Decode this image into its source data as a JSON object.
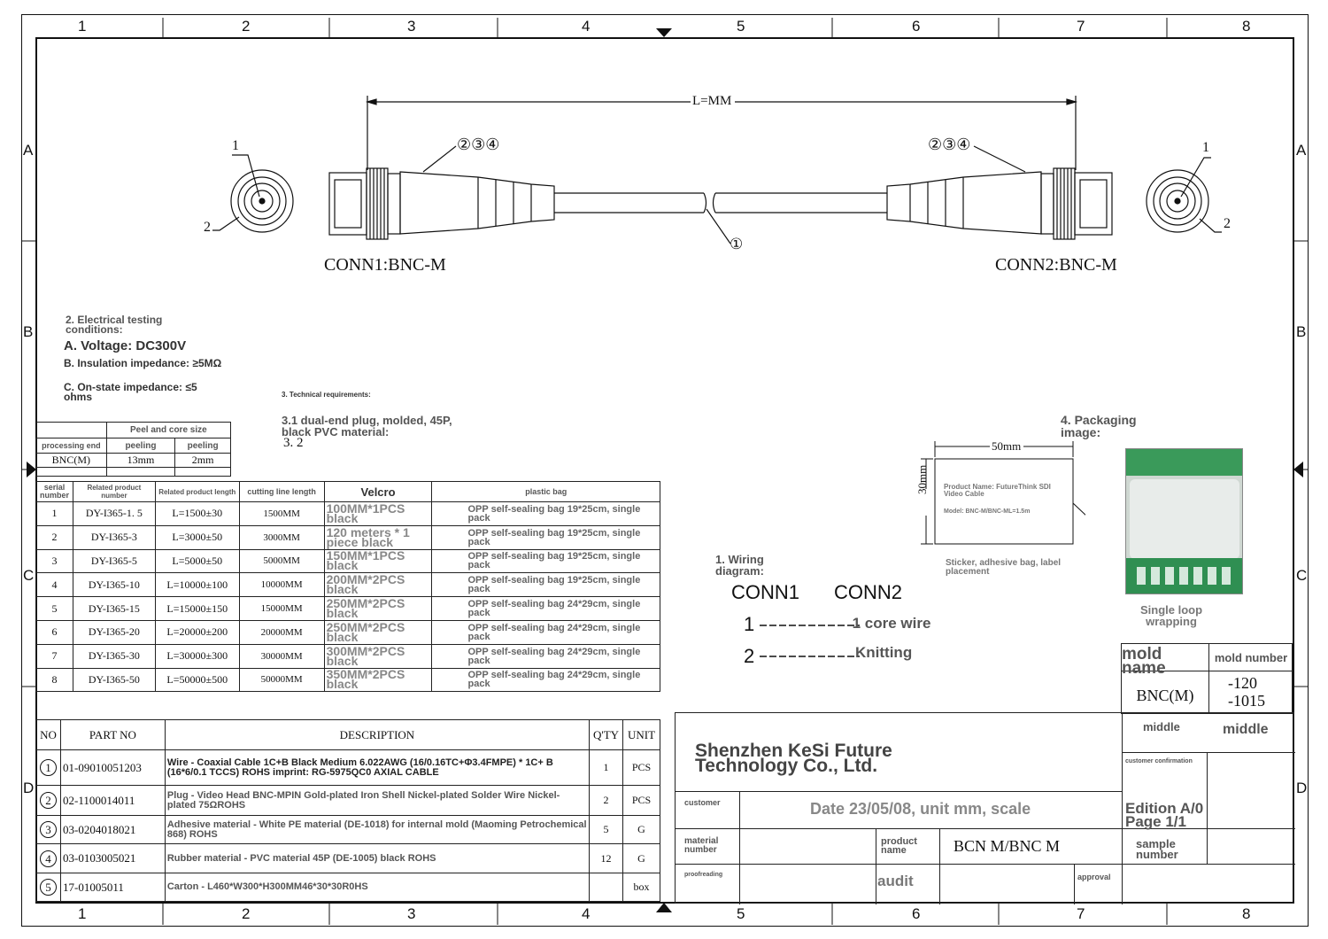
{
  "zones": {
    "columns": [
      "1",
      "2",
      "3",
      "4",
      "5",
      "6",
      "7",
      "8"
    ],
    "rows": [
      "A",
      "B",
      "C",
      "D"
    ]
  },
  "drawing": {
    "length_label": "L=MM",
    "conn1_label": "CONN1:BNC-M",
    "conn2_label": "CONN2:BNC-M",
    "callout_1": "1",
    "callout_2": "2",
    "callout_234": "②③④",
    "callout_cable": "①"
  },
  "electrical": {
    "title": "2. Electrical testing conditions:",
    "voltage": "A. Voltage: DC300V",
    "insulation": "B. Insulation impedance: ≥5MΩ",
    "onstate": "C. On-state impedance: ≤5 ohms"
  },
  "technical": {
    "title": "3. Technical requirements:",
    "item1": "3.1 dual-end plug, molded, 45P, black PVC material:",
    "item2": "3. 2"
  },
  "peel_table": {
    "title": "Peel and core size",
    "headers": [
      "processing end",
      "peeling",
      "peeling"
    ],
    "row": [
      "BNC(M)",
      "13mm",
      "2mm"
    ]
  },
  "product_table": {
    "headers": [
      "serial number",
      "Related product number",
      "Related product length",
      "cutting line length",
      "Velcro",
      "plastic bag"
    ],
    "rows": [
      [
        "1",
        "DY-I365-1. 5",
        "L=1500±30",
        "1500MM",
        "100MM*1PCS black",
        "OPP self-sealing bag 19*25cm, single pack"
      ],
      [
        "2",
        "DY-I365-3",
        "L=3000±50",
        "3000MM",
        "120 meters * 1 piece black",
        "OPP self-sealing bag 19*25cm, single pack"
      ],
      [
        "3",
        "DY-I365-5",
        "L=5000±50",
        "5000MM",
        "150MM*1PCS black",
        "OPP self-sealing bag 19*25cm, single pack"
      ],
      [
        "4",
        "DY-I365-10",
        "L=10000±100",
        "10000MM",
        "200MM*2PCS black",
        "OPP self-sealing bag 19*25cm, single pack"
      ],
      [
        "5",
        "DY-I365-15",
        "L=15000±150",
        "15000MM",
        "250MM*2PCS black",
        "OPP self-sealing bag 24*29cm, single pack"
      ],
      [
        "6",
        "DY-I365-20",
        "L=20000±200",
        "20000MM",
        "250MM*2PCS black",
        "OPP self-sealing bag 24*29cm, single pack"
      ],
      [
        "7",
        "DY-I365-30",
        "L=30000±300",
        "30000MM",
        "300MM*2PCS black",
        "OPP self-sealing bag 24*29cm, single pack"
      ],
      [
        "8",
        "DY-I365-50",
        "L=50000±500",
        "50000MM",
        "350MM*2PCS black",
        "OPP self-sealing bag 24*29cm, single pack"
      ]
    ]
  },
  "wiring": {
    "title": "1. Wiring diagram:",
    "conn1": "CONN1",
    "conn2": "CONN2",
    "line1_pin": "1",
    "line2_pin": "2",
    "note1": "1 core wire",
    "note2": "Knitting"
  },
  "sticker": {
    "width_label": "50mm",
    "height_label": "30mm",
    "product_name": "Product Name: FutureThink SDI Video Cable",
    "model": "Model: BNC-M/BNC-ML=1.5m",
    "caption": "Sticker, adhesive bag, label placement"
  },
  "packaging": {
    "title": "4. Packaging image:",
    "caption": "Single loop wrapping"
  },
  "mold_box": {
    "mold_name_label": "mold name",
    "mold_number_label": "mold number",
    "mold_name": "BNC(M)",
    "mold_number": "-120 -1015"
  },
  "bom": {
    "headers": [
      "NO",
      "PART NO",
      "DESCRIPTION",
      "Q'TY",
      "UNIT"
    ],
    "rows": [
      {
        "no": "1",
        "part": "01-09010051203",
        "desc": "Wire - Coaxial Cable 1C+B Black Medium 6.022AWG (16/0.16TC+Φ3.4FMPE) * 1C+ B (16*6/0.1 TCCS) ROHS imprint: RG-5975QC0 AXIAL CABLE",
        "qty": "1",
        "unit": "PCS"
      },
      {
        "no": "2",
        "part": "02-1100014011",
        "desc": "Plug - Video Head BNC-MPIN Gold-plated Iron Shell Nickel-plated Solder Wire Nickel-plated 75ΩROHS",
        "qty": "2",
        "unit": "PCS"
      },
      {
        "no": "3",
        "part": "03-0204018021",
        "desc": "Adhesive material - White PE material (DE-1018) for internal mold (Maoming Petrochemical 868) ROHS",
        "qty": "5",
        "unit": "G"
      },
      {
        "no": "4",
        "part": "03-0103005021",
        "desc": "Rubber material - PVC material 45P (DE-1005) black ROHS",
        "qty": "12",
        "unit": "G"
      },
      {
        "no": "5",
        "part": "17-01005011",
        "desc": "Carton - L460*W300*H300MM46*30*30R0HS",
        "qty": "",
        "unit": "box"
      }
    ]
  },
  "title_block": {
    "company": "Shenzhen KeSi Future Technology Co., Ltd.",
    "middle_label": "middle",
    "middle_value": "middle",
    "customer_confirmation": "customer confirmation",
    "customer": "customer",
    "date_info": "Date 23/05/08, unit mm, scale",
    "edition": "Edition A/0 Page 1/1",
    "material_number": "material number",
    "product_name_label": "product name",
    "product_name": "BCN M/BNC M",
    "sample_number": "sample number",
    "proofreading": "proofreading",
    "audit": "audit",
    "approval": "approval"
  }
}
